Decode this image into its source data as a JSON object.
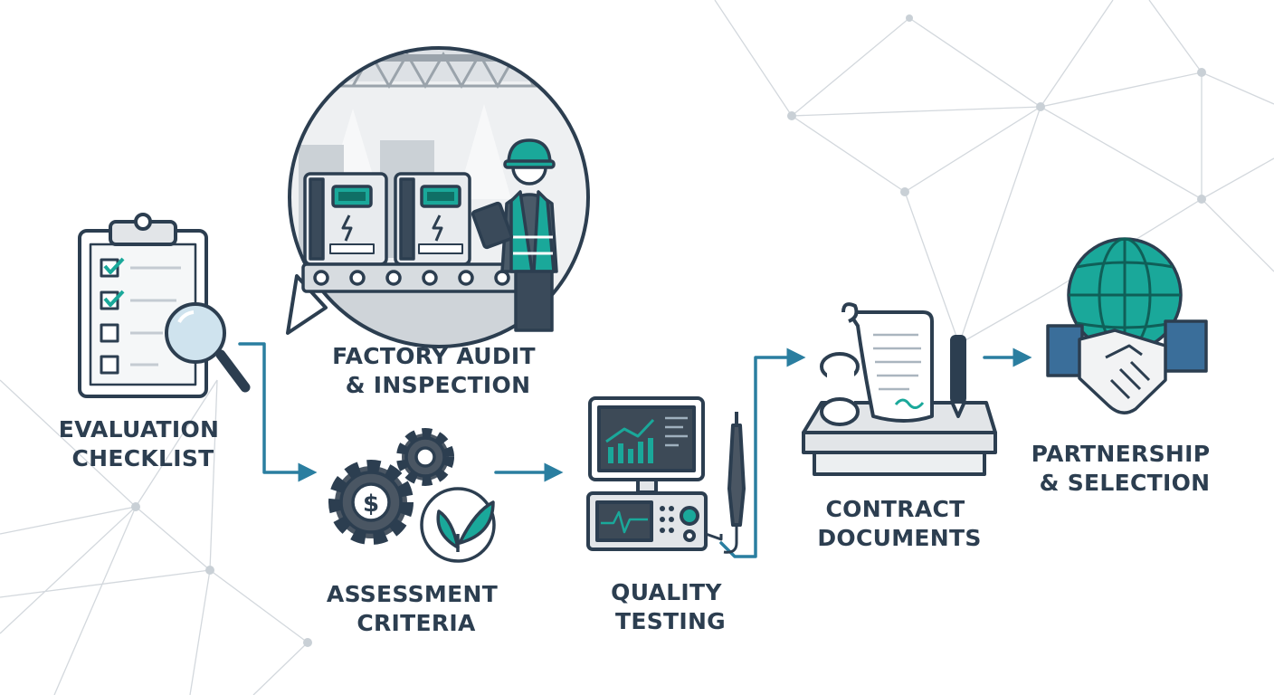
{
  "colors": {
    "navy": "#2c3e50",
    "teal": "#1aa89a",
    "arrow": "#2a7ea0",
    "light_gray": "#e2e5e8",
    "network": "#cfd5db"
  },
  "steps": [
    {
      "id": "evaluation",
      "icon": "clipboard-magnifier-icon",
      "label_lines": [
        "EVALUATION",
        "CHECKLIST"
      ]
    },
    {
      "id": "factory",
      "icon": "factory-worker-tablet-icon",
      "label_lines": [
        "FACTORY AUDIT",
        "& INSPECTION"
      ]
    },
    {
      "id": "assessment",
      "icon": "gears-dollar-leaf-icon",
      "label_lines": [
        "ASSESSMENT",
        "CRITERIA"
      ]
    },
    {
      "id": "quality",
      "icon": "monitor-oscilloscope-probe-icon",
      "label_lines": [
        "QUALITY",
        "TESTING"
      ]
    },
    {
      "id": "contract",
      "icon": "contract-scroll-pen-icon",
      "label_lines": [
        "CONTRACT",
        "DOCUMENTS"
      ]
    },
    {
      "id": "partnership",
      "icon": "globe-handshake-icon",
      "label_lines": [
        "PARTNERSHIP",
        "& SELECTION"
      ]
    }
  ]
}
